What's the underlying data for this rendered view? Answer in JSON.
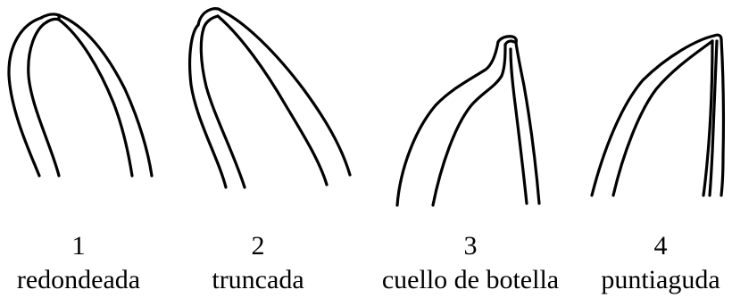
{
  "items": [
    {
      "number": "1",
      "label": "redondeada"
    },
    {
      "number": "2",
      "label": "truncada"
    },
    {
      "number": "3",
      "label": "cuello de botella"
    },
    {
      "number": "4",
      "label": "puntiaguda"
    }
  ],
  "colors": {
    "stroke": "#000000",
    "background": "#ffffff"
  }
}
